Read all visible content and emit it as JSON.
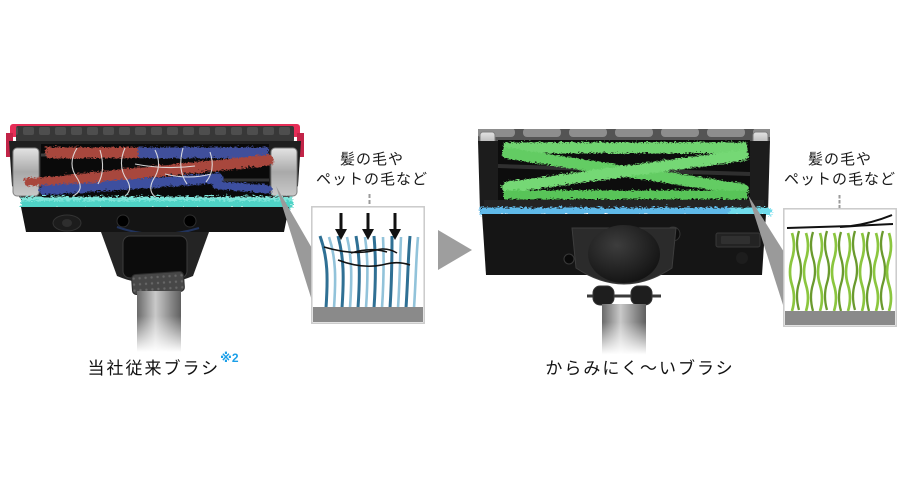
{
  "comparison": {
    "left": {
      "label": "当社従来ブラシ",
      "label_note": "※2",
      "brush_type": "conventional",
      "callout": {
        "line1": "髪の毛や",
        "line2": "ペットの毛など"
      }
    },
    "right": {
      "label": "からみにく〜いブラシ",
      "brush_type": "tangle-resistant",
      "callout": {
        "line1": "髪の毛や",
        "line2": "ペットの毛など"
      }
    },
    "colors": {
      "note_blue": "#1b9fe8",
      "conventional_brush_red": "#a8463e",
      "conventional_brush_blue": "#3c4f9f",
      "new_brush_green": "#6fd36f",
      "front_strip_teal": "#4fd3c6",
      "front_strip_lightblue": "#5fb9e9",
      "diagram_bristle_blue_dark": "#2f7094",
      "diagram_bristle_blue_light": "#92c3da",
      "diagram_bristle_green_light": "#8bc63f",
      "diagram_bristle_green_dark": "#6a9a2e",
      "divider_gray": "#9e9e9e"
    }
  }
}
